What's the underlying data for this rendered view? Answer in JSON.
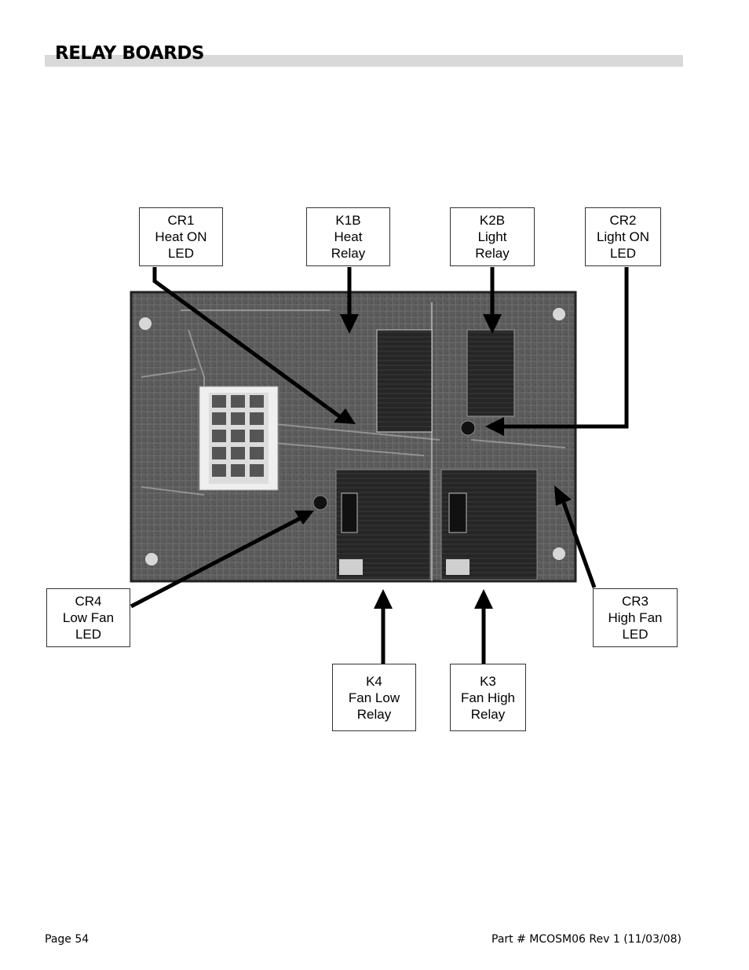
{
  "header": {
    "title": "RELAY BOARDS"
  },
  "callouts": {
    "cr1": [
      "CR1",
      "Heat ON",
      "LED"
    ],
    "k1b": [
      "K1B",
      "Heat",
      "Relay"
    ],
    "k2b": [
      "K2B",
      "Light",
      "Relay"
    ],
    "cr2": [
      "CR2",
      "Light ON",
      "LED"
    ],
    "cr4": [
      "CR4",
      "Low Fan",
      "LED"
    ],
    "cr3": [
      "CR3",
      "High Fan",
      "LED"
    ],
    "k4": [
      "K4",
      "Fan Low",
      "Relay"
    ],
    "k3": [
      "K3",
      "Fan High",
      "Relay"
    ]
  },
  "footer": {
    "page": "Page 54",
    "part": "Part # MCOSM06 Rev 1 (11/03/08)"
  }
}
